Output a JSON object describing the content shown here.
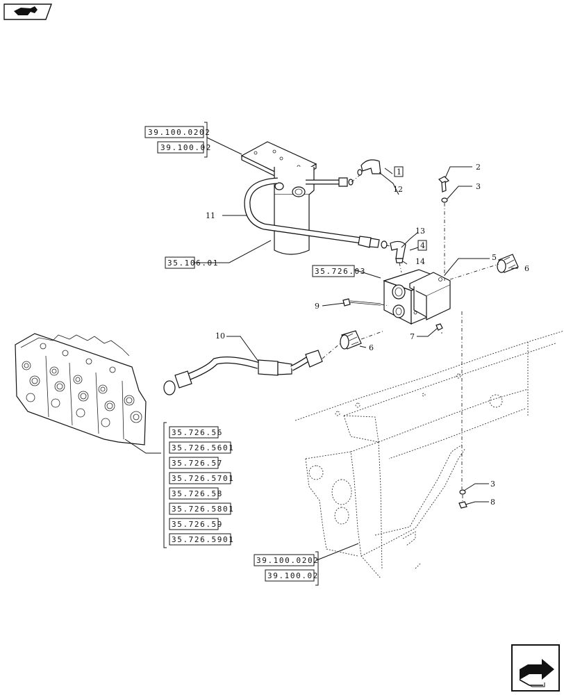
{
  "refs": {
    "filter_top_1": "39.100.0202",
    "filter_top_2": "39.100.02",
    "filter_body": "35.106.01",
    "block": "35.726.03",
    "valve_list": [
      "35.726.56",
      "35.726.5601",
      "35.726.57",
      "35.726.5701",
      "35.726.58",
      "35.726.5801",
      "35.726.59",
      "35.726.5901"
    ],
    "frame_1": "39.100.0202",
    "frame_2": "39.100.02"
  },
  "callouts": {
    "c1": "1",
    "c2": "2",
    "c3a": "3",
    "c3b": "3",
    "c4": "4",
    "c5": "5",
    "c6a": "6",
    "c6b": "6",
    "c7": "7",
    "c8": "8",
    "c9": "9",
    "c10": "10",
    "c11": "11",
    "c12": "12",
    "c13": "13",
    "c14": "14"
  },
  "icons": {
    "top_left": "book-arrow-icon",
    "bottom_right": "next-page-arrow-icon"
  }
}
